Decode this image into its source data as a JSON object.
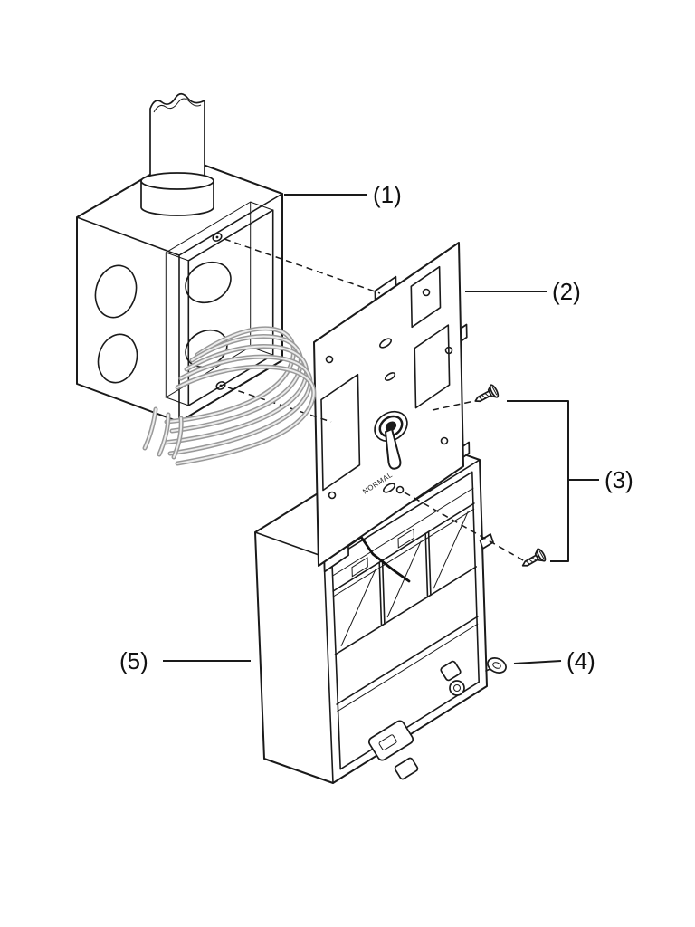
{
  "page": {
    "background": "#ffffff"
  },
  "colors": {
    "line": "#1a1a1a",
    "wire": "#999999",
    "label": "#111111",
    "background": "#ffffff"
  },
  "callouts": {
    "c1": {
      "label": "(1)"
    },
    "c2": {
      "label": "(2)"
    },
    "c3": {
      "label": "(3)"
    },
    "c4": {
      "label": "(4)"
    },
    "c5": {
      "label": "(5)"
    }
  },
  "parts": {
    "p1": "junction-box-with-conduit",
    "p2": "switch-mounting-plate",
    "p3": "mounting-screws",
    "p4": "retaining-ring",
    "p5": "surface-mount-housing"
  },
  "plate": {
    "switch_label": "NORMAL"
  }
}
